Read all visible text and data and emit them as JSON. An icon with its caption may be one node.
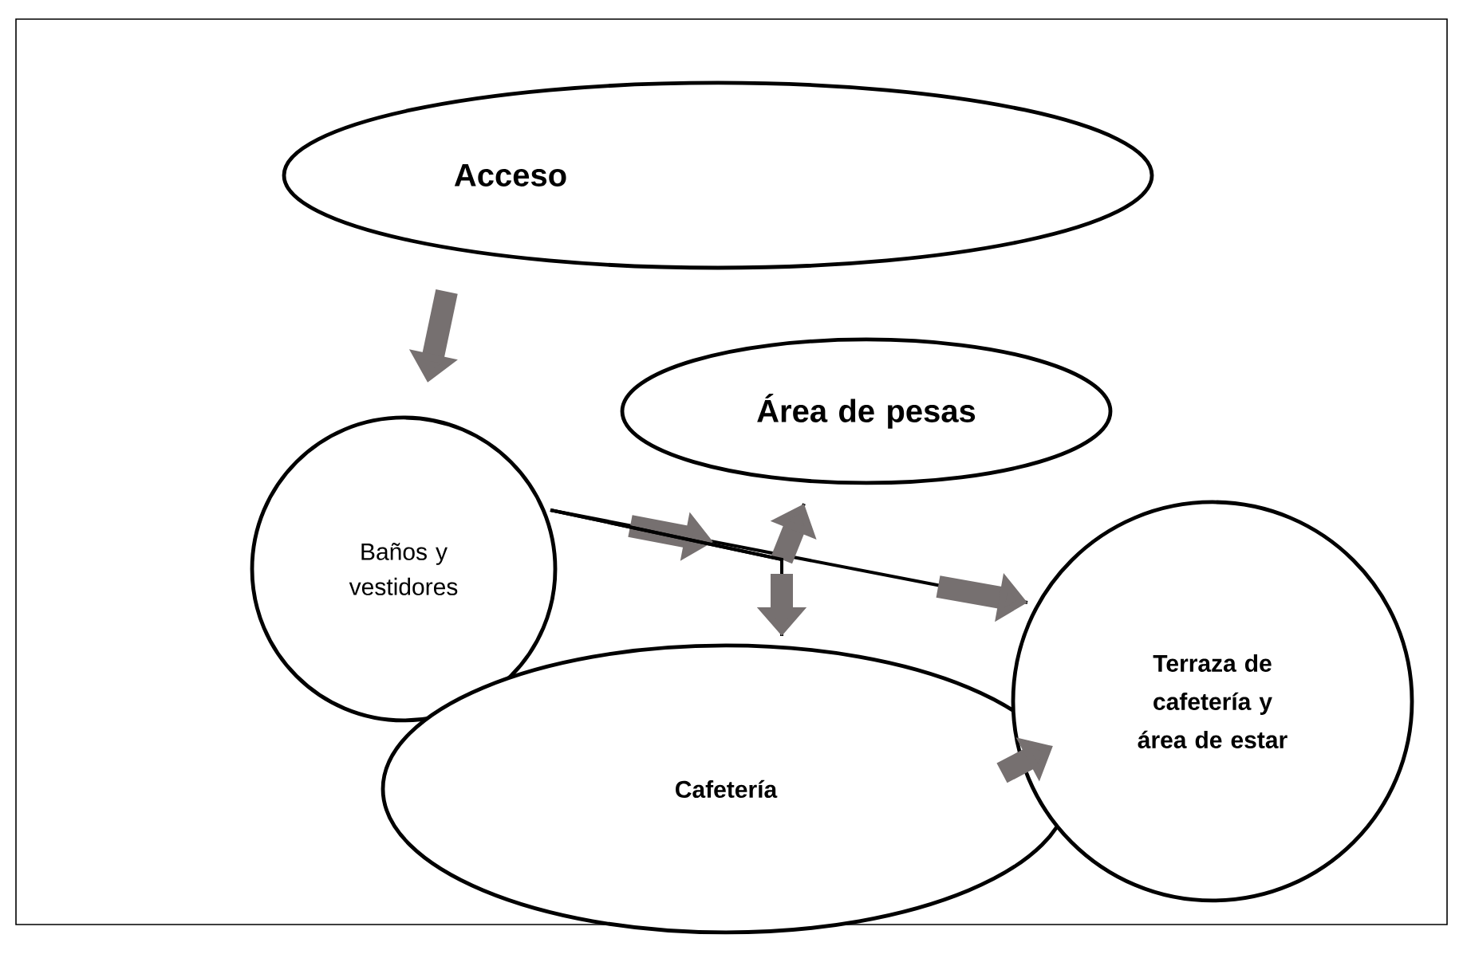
{
  "diagram": {
    "nodes": [
      {
        "text": [
          "Acceso"
        ]
      },
      {
        "text": [
          "Baños y vestidores"
        ]
      },
      {
        "text": [
          "Área de pesas"
        ]
      },
      {
        "text": [
          "Cafetería"
        ]
      },
      {
        "text": [
          "Terraza de cafetería y área de estar"
        ]
      }
    ],
    "edges": [
      {
        "from": 0,
        "to": 1,
        "arrow": "to",
        "style": "thick",
        "color": "#767070"
      },
      {
        "from": 1,
        "to": 4,
        "arrow": "to"
      },
      {
        "from": 1,
        "to": 2,
        "arrow": "to"
      },
      {
        "from": 1,
        "to": 3,
        "arrow": "to"
      },
      {
        "from": 3,
        "to": 4,
        "arrow": "to",
        "style": "thick",
        "color": "#767070"
      }
    ]
  }
}
